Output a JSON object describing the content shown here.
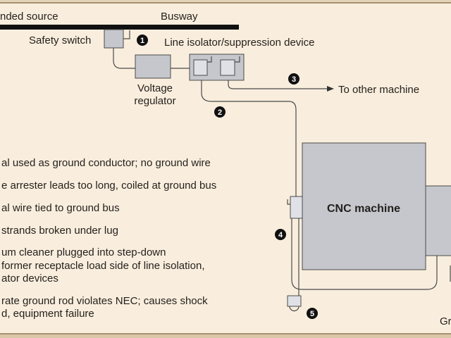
{
  "labels": {
    "source": "nded source",
    "busway": "Busway",
    "safety_switch": "Safety switch",
    "line_isolator": "Line isolator/suppression device",
    "voltage_regulator_1": "Voltage",
    "voltage_regulator_2": "regulator",
    "to_other_machine": "To other machine",
    "cnc_machine": "CNC machine",
    "ground_partial": "Gr"
  },
  "badges": [
    "1",
    "2",
    "3",
    "4",
    "5"
  ],
  "problems": [
    [
      "al used as ground conductor; no ground wire"
    ],
    [
      "e arrester leads too long, coiled at ground bus"
    ],
    [
      "al wire tied to ground bus"
    ],
    [
      "strands broken under lug"
    ],
    [
      "um cleaner plugged into step-down",
      "former receptacle load side of line isolation,",
      "ator devices"
    ],
    [
      "rate ground rod violates NEC; causes shock",
      "d, equipment failure"
    ]
  ],
  "colors": {
    "background": "#f9eedd",
    "device_gray": "#c5c7cc",
    "border": "#b9a486"
  }
}
